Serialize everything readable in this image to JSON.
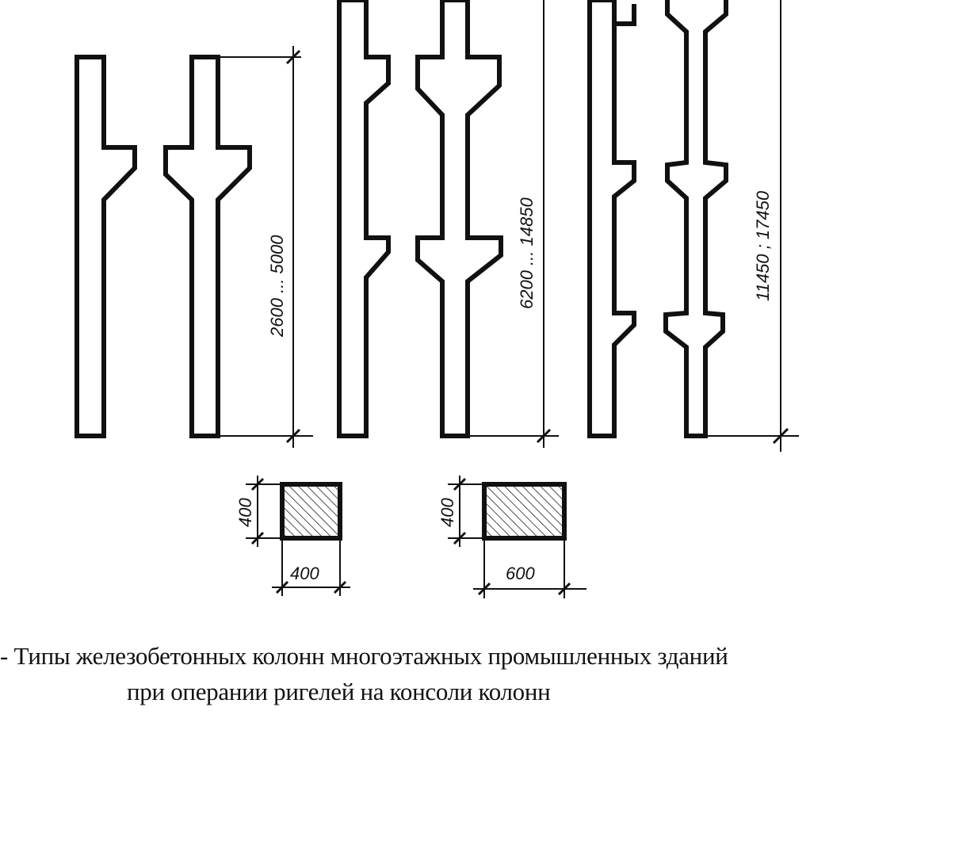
{
  "figure": {
    "dimensions": {
      "height_group_1": "2600 ... 5000",
      "height_group_2": "6200 ... 14850",
      "height_group_3": "11450 ; 17450",
      "section_1_height": "400",
      "section_1_width": "400",
      "section_2_height": "400",
      "section_2_width": "600"
    },
    "caption": {
      "line1": "- Типы железобетонных колонн многоэтажных промышленных зданий",
      "line2": "при оперании ригелей на консоли колонн"
    },
    "colors": {
      "ink": "#111111",
      "background": "#ffffff"
    }
  }
}
